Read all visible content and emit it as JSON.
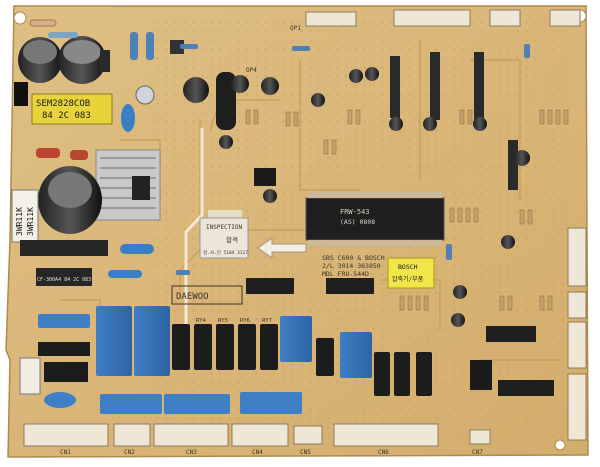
{
  "photo": {
    "board_color": "#d9b77a",
    "trace_color": "#c9a35e",
    "silk_color": "#3b3426",
    "background": "#ffffff"
  },
  "labels": {
    "transformer_label": "SEM2828COB",
    "transformer_sub": "84 2C 083",
    "fuse_label": "3WR11K",
    "fuse_sub": "3WR11K",
    "chip_main": "FRW-543",
    "chip_main_sub": "(AS) 0808",
    "chip_brand_line1": "SBS C600 & BOSCH",
    "chip_brand_line2": "2/L 3014 363850",
    "chip_brand_line3": "MDL FRU-544D",
    "inspection": "INSPECTION",
    "inspection_stamp": "합격",
    "inspection_sub": "검.사.인 5104 3117",
    "bosch_sticker": "BOSCH",
    "bosch_sticker_sub": "압축기/부품",
    "logo_text": "DAEWOO",
    "reg_label": "CF-300A4 84 2C 083",
    "cn_labels": [
      "CN1",
      "CN2",
      "CN3",
      "CN4",
      "CN5",
      "CN6",
      "CN7"
    ],
    "relay_labels": [
      "RY4",
      "RY5",
      "RY6",
      "RY7"
    ],
    "op_labels": [
      "OP1",
      "OP4"
    ]
  }
}
